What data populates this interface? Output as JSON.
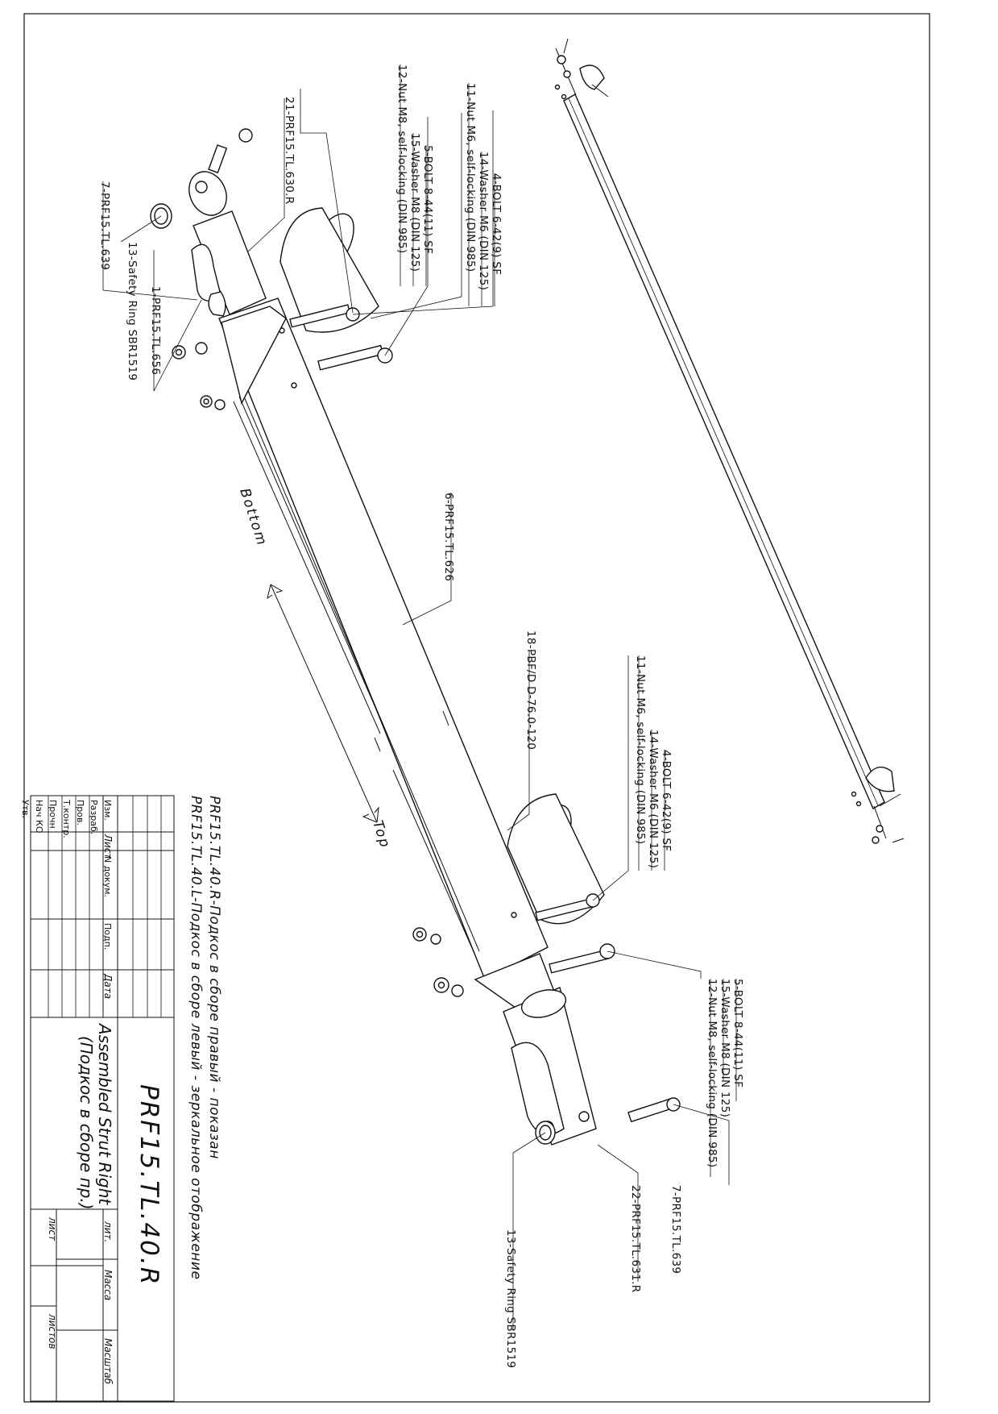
{
  "labels": {
    "top_left": [
      "4-BOLT 6-42(9) SF",
      "14-Washer M6 (DIN 125)",
      "11-Nut M6, self-locking (DIN 985)",
      "5-BOLT 8-44(11) SF",
      "15-Washer M8 (DIN 125)",
      "12-Nut M8, self-locking (DIN 985)",
      "21-PRF15.TL.630.R",
      "7-PRF15.TL.639",
      "13-Safety Ring SBR1519",
      "1-PRF15.TL.656",
      "6-PRF15.TL.626"
    ],
    "bottom_right": [
      "18-PBF/D D-76.0-120",
      "4-BOLT 6-42(9) SF",
      "14-Washer M6 (DIN 125)",
      "11-Nut M6, self-locking (DIN 985)",
      "5-BOLT 8-44(11) SF",
      "15-Washer M8 (DIN 125)",
      "12-Nut M8, self-locking (DIN 985)",
      "7-PRF15.TL.639",
      "22-PRF15.TL.631.R",
      "13-Safety Ring SBR1519"
    ]
  },
  "directions": {
    "bottom": "Bottom",
    "top": "Top"
  },
  "notes": [
    "PRF15.TL.40.R-Подкос в сборе правый - показан",
    "PRF15.TL.40.L-Подкос в сборе левый - зеркальное отображение"
  ],
  "title_block": {
    "designation": "PRF15.TL.40.R",
    "name_en": "Assembled Strut Right",
    "name_ru": "(Подкос в сборе пр.)",
    "col_headers": [
      "Изм.",
      "Лист",
      "N докум.",
      "Подп.",
      "Дата"
    ],
    "roles": [
      "Разраб.",
      "Пров.",
      "Т.контр.",
      "Прочн",
      "Нач КО",
      "Утв."
    ],
    "lit": "лит.",
    "mass": "Масса",
    "scale": "Масштаб",
    "sheet": "лист",
    "sheets": "листов"
  }
}
